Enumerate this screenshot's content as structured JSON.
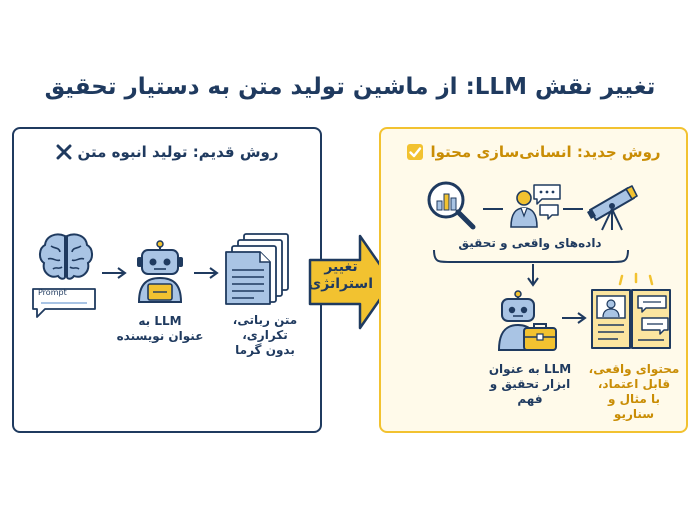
{
  "title": "تغییر نقش LLM: از ماشین تولید متن به دستیار تحقیق",
  "old_method": {
    "title": "روش قدیم: تولید انبوه متن",
    "prompt_label": "Prompt",
    "writer_label": "LLM به\nعنوان نویسنده",
    "output_label": "متن رباتی،\nتکراری،\nبدون گرما"
  },
  "strategy_arrow": {
    "label": "تغییر\nاستراتژی"
  },
  "new_method": {
    "title": "روش جدید: انسانی‌سازی محتوا",
    "data_label": "داده‌های واقعی و تحقیق",
    "assistant_label": "LLM به عنوان\nابزار تحقیق و فهم",
    "output_label": "محتوای واقعی،\nقابل اعتماد،\nبا مثال و سناریو"
  },
  "colors": {
    "navy": "#1f3a5f",
    "gold": "#f2c230",
    "gold_text": "#c98d05",
    "light_blue": "#a9c4e4"
  }
}
